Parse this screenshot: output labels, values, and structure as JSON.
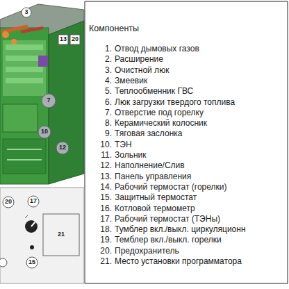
{
  "diagram": {
    "title": "Компоненты",
    "labels": [
      "1.",
      "Отвод дымовых газов",
      "2.",
      "Расширение",
      "3.",
      "Очистной люк",
      "4.",
      "Змеевик",
      "5.",
      "Теплообменник ГВС",
      "6.",
      "Люк загрузки твердого топлива",
      "7.",
      "Отверстие под горелку",
      "8.",
      "Керамический колосник",
      "9.",
      "Тяговая заслонка",
      "10.",
      "ТЭН",
      "11.",
      "Зольник",
      "12.",
      "Наполнение/Слив",
      "13.",
      "Панель управления",
      "14.",
      "Рабочий термостат (горелки)",
      "15.",
      "Защитный термостат",
      "16.",
      "Котловой термометр",
      "17.",
      "Рабочий термостат (ТЭНы)",
      "18.",
      "Тумблер вкл./выкл. циркуляционн",
      "19.",
      "Темблер вкл./выкл. горелки",
      "20.",
      "Предохранитель",
      "21.",
      "Место установки программатора",
      "3",
      "13",
      "20",
      "7",
      "10",
      "12",
      "20",
      "17",
      "21",
      "15"
    ]
  }
}
